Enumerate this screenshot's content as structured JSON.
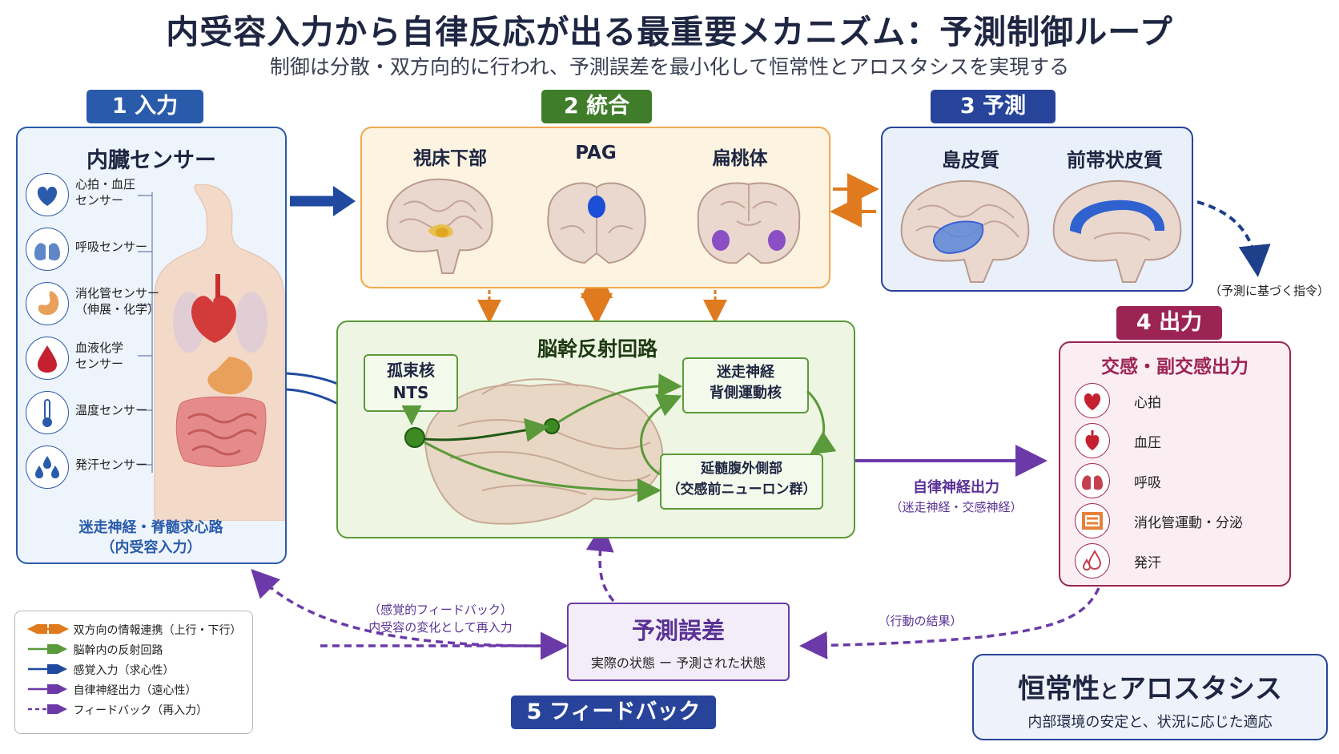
{
  "title": "内受容入力から自律反応が出る最重要メカニズム：予測制御ループ",
  "subtitle": "制御は分散・双方向的に行われ、予測誤差を最小化して恒常性とアロスタシスを実現する",
  "sections": {
    "input": {
      "badge": "1 入力",
      "header": "内臓センサー",
      "sensors": [
        {
          "label": "心拍・血圧\nセンサー",
          "icon": "heart-icon"
        },
        {
          "label": "呼吸センサー",
          "icon": "lungs-icon"
        },
        {
          "label": "消化管センサー\n（伸展・化学）",
          "icon": "stomach-icon"
        },
        {
          "label": "血液化学\nセンサー",
          "icon": "blood-drop-icon"
        },
        {
          "label": "温度センサー",
          "icon": "thermometer-icon"
        },
        {
          "label": "発汗センサー",
          "icon": "sweat-drops-icon"
        }
      ],
      "footer": "迷走神経・脊髄求心路\n（内受容入力）"
    },
    "integration": {
      "badge": "2 統合",
      "regions": [
        "視床下部",
        "PAG",
        "扁桃体"
      ]
    },
    "brainstem": {
      "header": "脳幹反射回路",
      "nts": "孤束核\nNTS",
      "dmv": "迷走神経\n背側運動核",
      "rvlm": "延髄腹外側部\n（交感前ニューロン群）"
    },
    "prediction": {
      "badge": "3 予測",
      "regions": [
        "島皮質",
        "前帯状皮質"
      ],
      "note": "（予測に基づく指令）"
    },
    "output": {
      "badge": "4 出力",
      "header": "交感・副交感出力",
      "items": [
        {
          "label": "心拍",
          "icon": "heart-icon"
        },
        {
          "label": "血圧",
          "icon": "blood-pressure-icon"
        },
        {
          "label": "呼吸",
          "icon": "lungs-icon"
        },
        {
          "label": "消化管運動・分泌",
          "icon": "intestine-icon"
        },
        {
          "label": "発汗",
          "icon": "sweat-drops-icon"
        }
      ]
    },
    "autonomic_label": "自律神経出力",
    "autonomic_sub": "（迷走神経・交感神経）",
    "prediction_error": {
      "title": "予測誤差",
      "formula": "実際の状態 ー 予測された状態"
    },
    "feedback": {
      "badge": "5 フィードバック",
      "sensory_label": "（感覚的フィードバック）\n内受容の変化として再入力",
      "action_label": "（行動の結果）"
    },
    "homeostasis": {
      "title_part1": "恒常性",
      "title_and": "と",
      "title_part2": "アロスタシス",
      "sub": "内部環境の安定と、状況に応じた適応"
    }
  },
  "legend": [
    {
      "label": "双方向の情報連携（上行・下行）",
      "color": "#e07a1f",
      "style": "double"
    },
    {
      "label": "脳幹内の反射回路",
      "color": "#5a9a3a",
      "style": "solid"
    },
    {
      "label": "感覚入力（求心性）",
      "color": "#1f4aa0",
      "style": "solid"
    },
    {
      "label": "自律神経出力（遠心性）",
      "color": "#6b3aa8",
      "style": "solid"
    },
    {
      "label": "フィードバック（再入力）",
      "color": "#6b3aa8",
      "style": "dashed"
    }
  ],
  "colors": {
    "input": "#2a5bab",
    "integration": "#3f7d2a",
    "prediction": "#27449a",
    "output": "#9c2454",
    "feedback": "#27449a",
    "orange": "#e07a1f",
    "green": "#5a9a3a",
    "purple": "#6b3aa8",
    "blue": "#1f4aa0"
  }
}
